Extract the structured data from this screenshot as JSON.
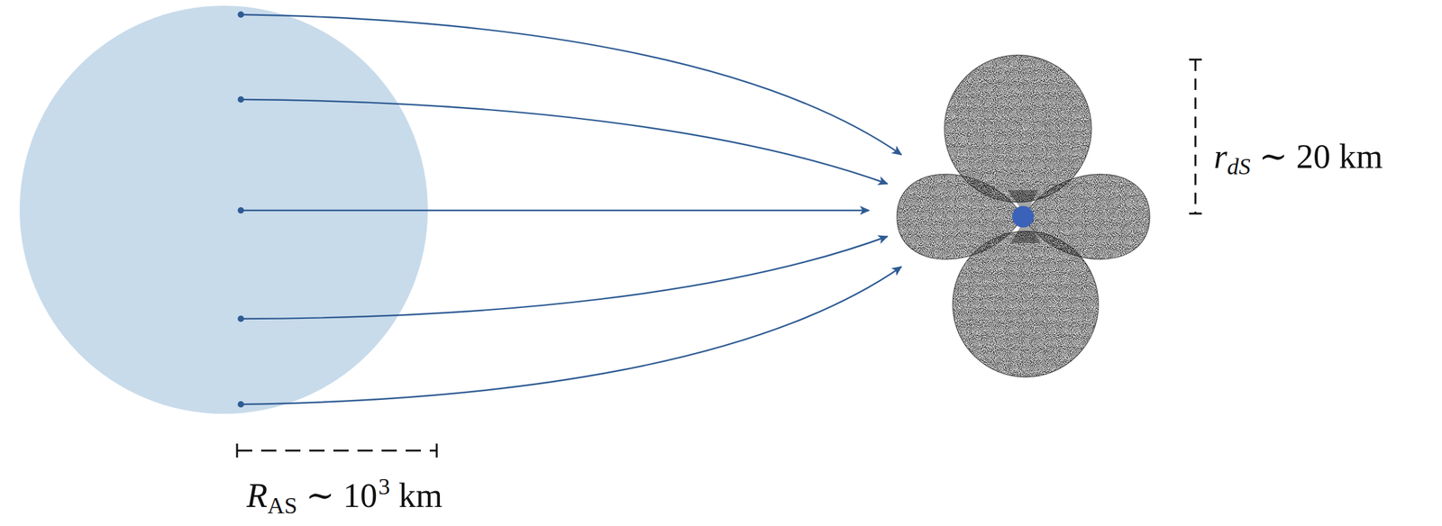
{
  "diagram": {
    "labels": [
      "R",
      "AS",
      "∼ 10",
      "3",
      "km",
      "r",
      "dS",
      "∼ 20 km"
    ]
  }
}
